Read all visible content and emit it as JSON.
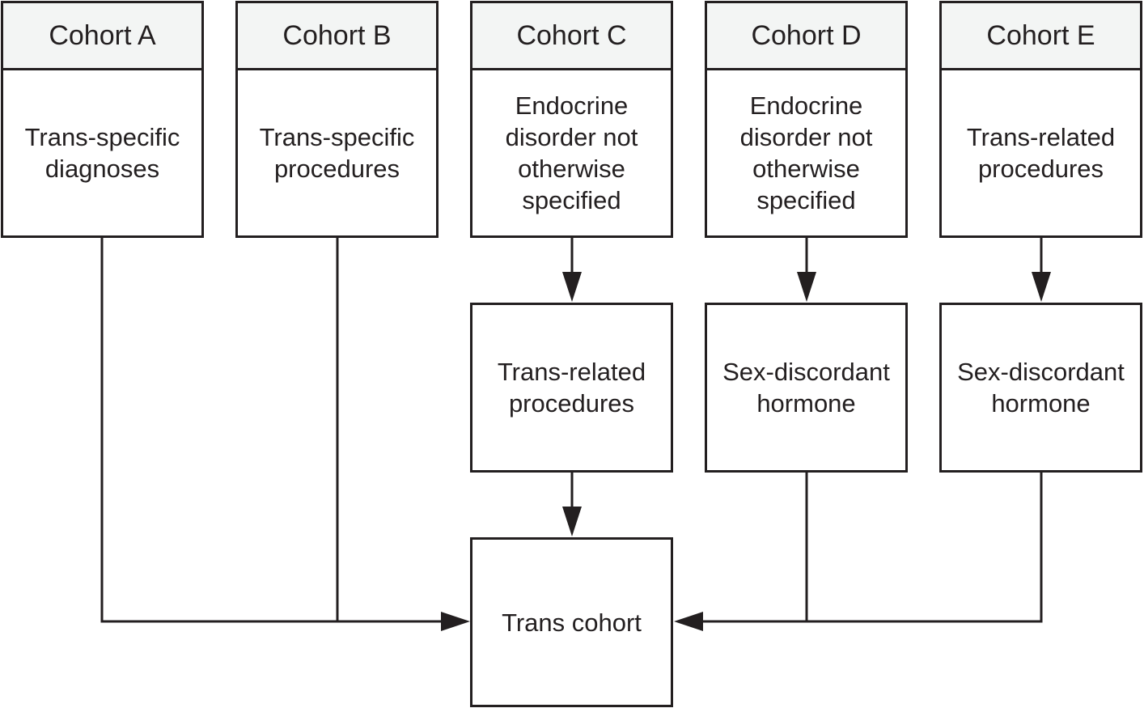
{
  "cohorts": [
    {
      "name": "Cohort A",
      "criteria": [
        "Trans-specific\ndiagnoses"
      ]
    },
    {
      "name": "Cohort B",
      "criteria": [
        "Trans-specific\nprocedures"
      ]
    },
    {
      "name": "Cohort C",
      "criteria": [
        "Endocrine\ndisorder not\notherwise\nspecified",
        "Trans-related\nprocedures"
      ]
    },
    {
      "name": "Cohort D",
      "criteria": [
        "Endocrine\ndisorder not\notherwise\nspecified",
        "Sex-discordant\nhormone"
      ]
    },
    {
      "name": "Cohort E",
      "criteria": [
        "Trans-related\nprocedures",
        "Sex-discordant\nhormone"
      ]
    }
  ],
  "result": {
    "label": "Trans cohort"
  },
  "colors": {
    "stroke": "#231f20",
    "header_fill": "#f3f5f4",
    "background": "#ffffff"
  }
}
